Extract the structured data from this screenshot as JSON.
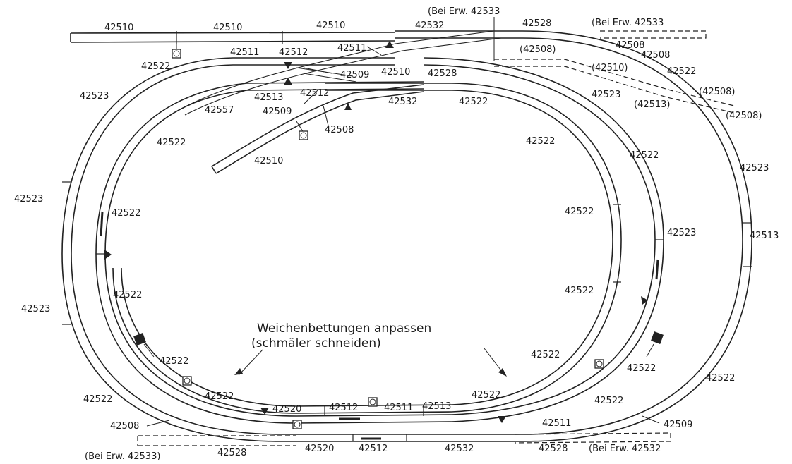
{
  "diagram": {
    "note": {
      "line1": "Weichenbettungen anpassen",
      "line2": "(schmäler schneiden)"
    },
    "labels": [
      "42510",
      "42510",
      "42510",
      "42532",
      "(Bei Erw. 42533",
      "42528",
      "(Bei Erw. 42533",
      "42522",
      "42511",
      "42512",
      "42511",
      "42509",
      "42510",
      "42528",
      "(42508)",
      "42508",
      "42508",
      "42522",
      "(42510)",
      "(42508)",
      "42523",
      "42513",
      "42512",
      "42532",
      "42522",
      "42523",
      "(42513)",
      "(42508)",
      "42557",
      "42509",
      "42508",
      "42522",
      "42522",
      "42522",
      "42510",
      "42523",
      "42523",
      "42522",
      "42522",
      "42513",
      "42523",
      "42522",
      "42522",
      "42523",
      "42522",
      "42522",
      "42522",
      "42522",
      "42522",
      "42522",
      "42522",
      "42520",
      "42512",
      "42511",
      "42513",
      "42522",
      "42509",
      "42508",
      "42511",
      "42520",
      "42512",
      "42532",
      "42528",
      "(Bei Erw. 42532",
      "(Bei Erw. 42533)",
      "42528"
    ]
  }
}
